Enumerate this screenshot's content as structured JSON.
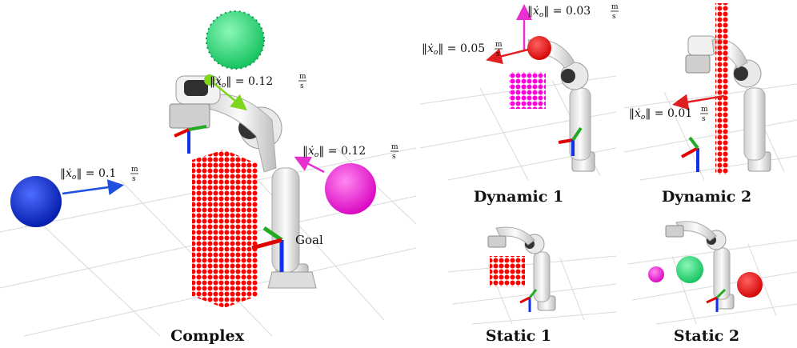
{
  "panels": {
    "complex": {
      "title": "Complex"
    },
    "dynamic1": {
      "title": "Dynamic 1"
    },
    "dynamic2": {
      "title": "Dynamic 2"
    },
    "static1": {
      "title": "Static 1"
    },
    "static2": {
      "title": "Static 2"
    }
  },
  "labels": {
    "norm_symbol": "‖ẋ",
    "norm_sub": "o",
    "norm_close": "‖ =",
    "unit_num": "m",
    "unit_den": "s",
    "goal": "Goal",
    "complex_green": "0.12",
    "complex_magenta": "0.12",
    "complex_blue": "0.1",
    "dyn1_up": "0.03",
    "dyn1_left": "0.05",
    "dyn2": "0.01"
  },
  "colors": {
    "red": "#ff0000",
    "green": "#22e07a",
    "magenta": "#ff00dd",
    "blue": "#1030f0",
    "arrow_green": "#7dd61c",
    "arrow_magenta": "#e82fd0",
    "arrow_blue": "#2050e0",
    "arrow_red": "#e02020",
    "robot_white": "#f0f0f0",
    "robot_dark": "#333333"
  }
}
